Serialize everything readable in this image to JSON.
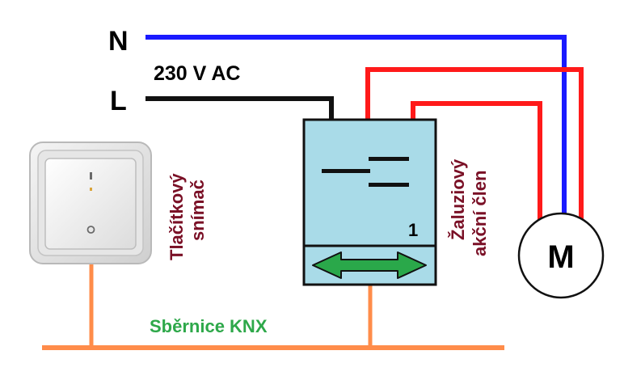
{
  "labels": {
    "neutral": "N",
    "line": "L",
    "voltage": "230 V AC",
    "sensor_line1": "Tlačítkový",
    "sensor_line2": "snímač",
    "actuator_line1": "Žaluziový",
    "actuator_line2": "akční člen",
    "channel": "1",
    "motor": "M",
    "bus": "Sběrnice KNX"
  },
  "colors": {
    "neutral_wire": "#1a1aff",
    "live_wire": "#111111",
    "motor_wire": "#ff1a1a",
    "bus_wire": "#ff8c4a",
    "actuator_fill": "#a9dbe8",
    "arrow_fill": "#2aa84a",
    "sensor_text": "#7a1026",
    "bus_text": "#2ea84a"
  },
  "icons": {
    "switch": "push-button-switch-icon",
    "relay_contacts": "relay-contacts-icon",
    "direction_arrow": "double-arrow-icon",
    "motor": "motor-icon"
  }
}
